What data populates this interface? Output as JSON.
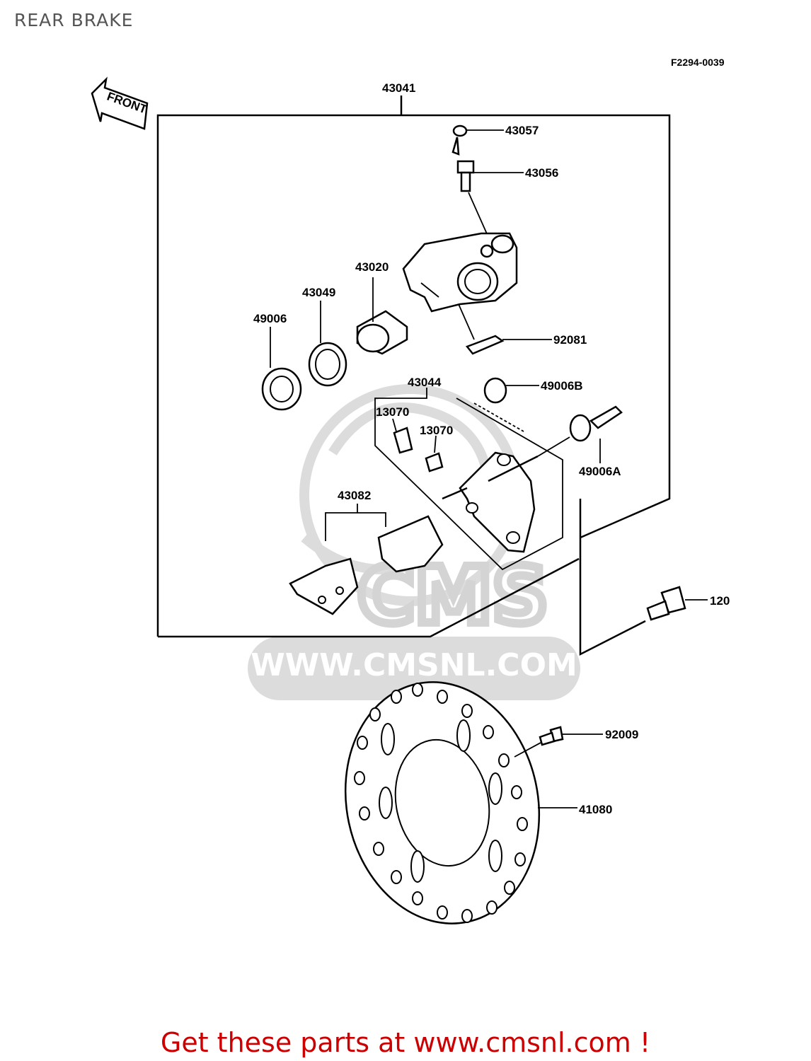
{
  "page": {
    "title": "REAR BRAKE",
    "figure_code": "F2294-0039",
    "footer": "Get these parts at www.cmsnl.com !"
  },
  "watermark": {
    "logo_text": "CMS",
    "url_text": "WWW.CMSNL.COM"
  },
  "front_arrow": {
    "label": "FRONT"
  },
  "parts": {
    "p43041": "43041",
    "p43057": "43057",
    "p43056": "43056",
    "p43020": "43020",
    "p43049": "43049",
    "p49006": "49006",
    "p92081": "92081",
    "p43044": "43044",
    "p49006B": "49006B",
    "p13070a": "13070",
    "p13070b": "13070",
    "p49006A": "49006A",
    "p43082": "43082",
    "p120": "120",
    "p92009": "92009",
    "p41080": "41080"
  },
  "colors": {
    "line": "#000000",
    "footer": "#cc0000",
    "watermark": "#d9d9d9",
    "title": "#555555"
  }
}
